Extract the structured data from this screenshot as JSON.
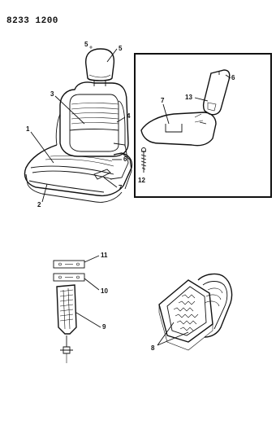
{
  "diagram_code": "8233 1200",
  "callouts": {
    "c5a": "5",
    "c5b": "5",
    "c3": "3",
    "c4": "4",
    "c1": "1",
    "c6": "6",
    "c2": "2",
    "c7": "7",
    "d6": "6",
    "d13": "13",
    "d7": "7",
    "d12": "12",
    "c11": "11",
    "c10": "10",
    "c9": "9",
    "c8": "8"
  }
}
